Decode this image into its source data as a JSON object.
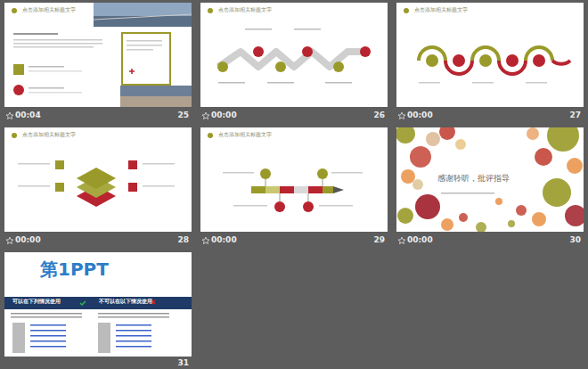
{
  "diagram": {
    "nodes": [
      {
        "text": [
          "点击添加相关标题文字"
        ]
      },
      {
        "text": [
          "点击添加相关标题文字"
        ]
      },
      {
        "text": [
          "点击添加相关标题文字"
        ]
      },
      {
        "text": [
          "点击添加相关标题文字"
        ]
      },
      {
        "text": [
          "点击添加相关标题文字"
        ]
      },
      {
        "text": [
          "感谢聆听，批评指导"
        ]
      },
      {
        "text": [
          "第1PPT",
          "可以在下列情况使用",
          "不可以在以下情况使用"
        ]
      }
    ],
    "labels": [
      "00:04",
      "25",
      "00:00",
      "26",
      "00:00",
      "27",
      "00:00",
      "28",
      "00:00",
      "29",
      "00:00",
      "30",
      "31"
    ]
  }
}
